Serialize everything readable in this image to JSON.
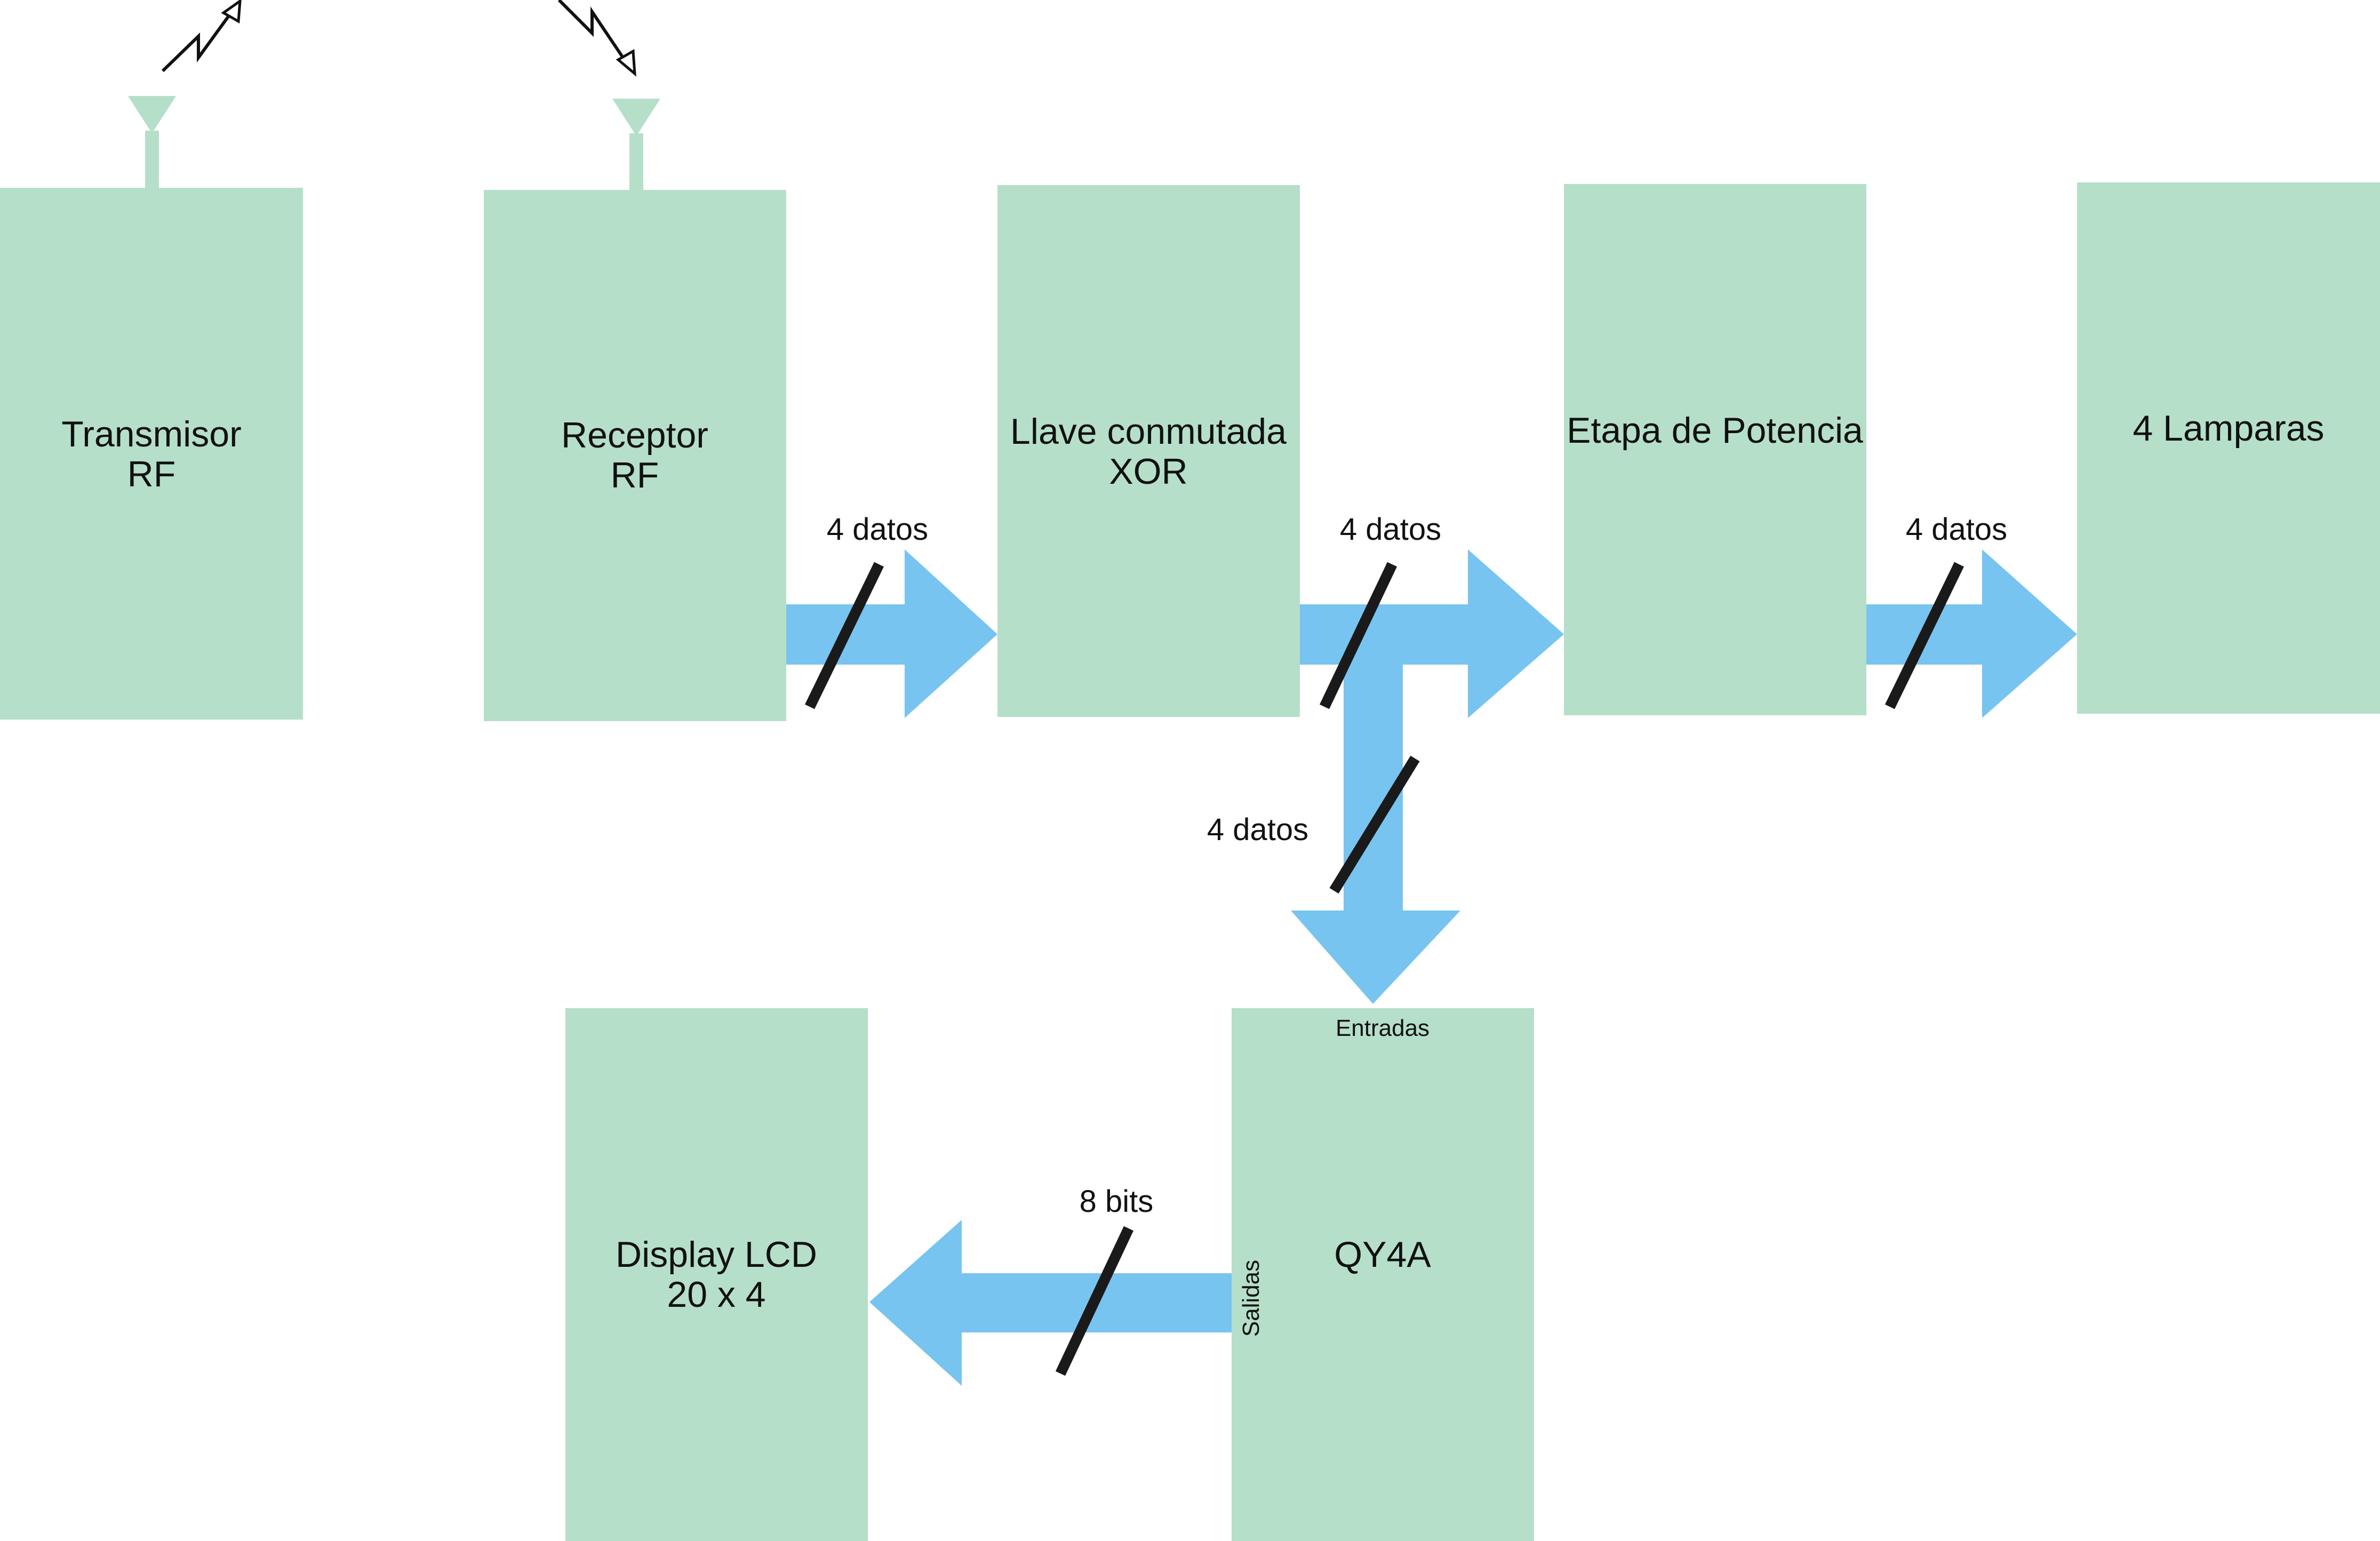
{
  "colors": {
    "block_fill": "#b5dfc9",
    "arrow_fill": "#77c4f0",
    "slash": "#1a1a1a",
    "signal": "#111111"
  },
  "blocks": {
    "transmisor": {
      "line1": "Transmisor",
      "line2": "RF"
    },
    "receptor": {
      "line1": "Receptor",
      "line2": "RF"
    },
    "llave": {
      "line1": "Llave conmutada",
      "line2": "XOR"
    },
    "etapa": {
      "line1": "Etapa de Potencia"
    },
    "lamparas": {
      "line1": "4 Lamparas"
    },
    "qy4a": {
      "line1": "QY4A",
      "port_in": "Entradas",
      "port_out": "Salidas"
    },
    "display": {
      "line1": "Display LCD",
      "line2": "20 x 4"
    }
  },
  "buses": {
    "receptor_to_llave": "4 datos",
    "llave_to_etapa": "4 datos",
    "etapa_to_lamparas": "4 datos",
    "llave_to_qy4a": "4 datos",
    "qy4a_to_display": "8 bits"
  },
  "icons": {
    "tx_signal": "lightning-bolt-outgoing-icon",
    "rx_signal": "lightning-bolt-incoming-icon",
    "antenna": "antenna-icon"
  }
}
